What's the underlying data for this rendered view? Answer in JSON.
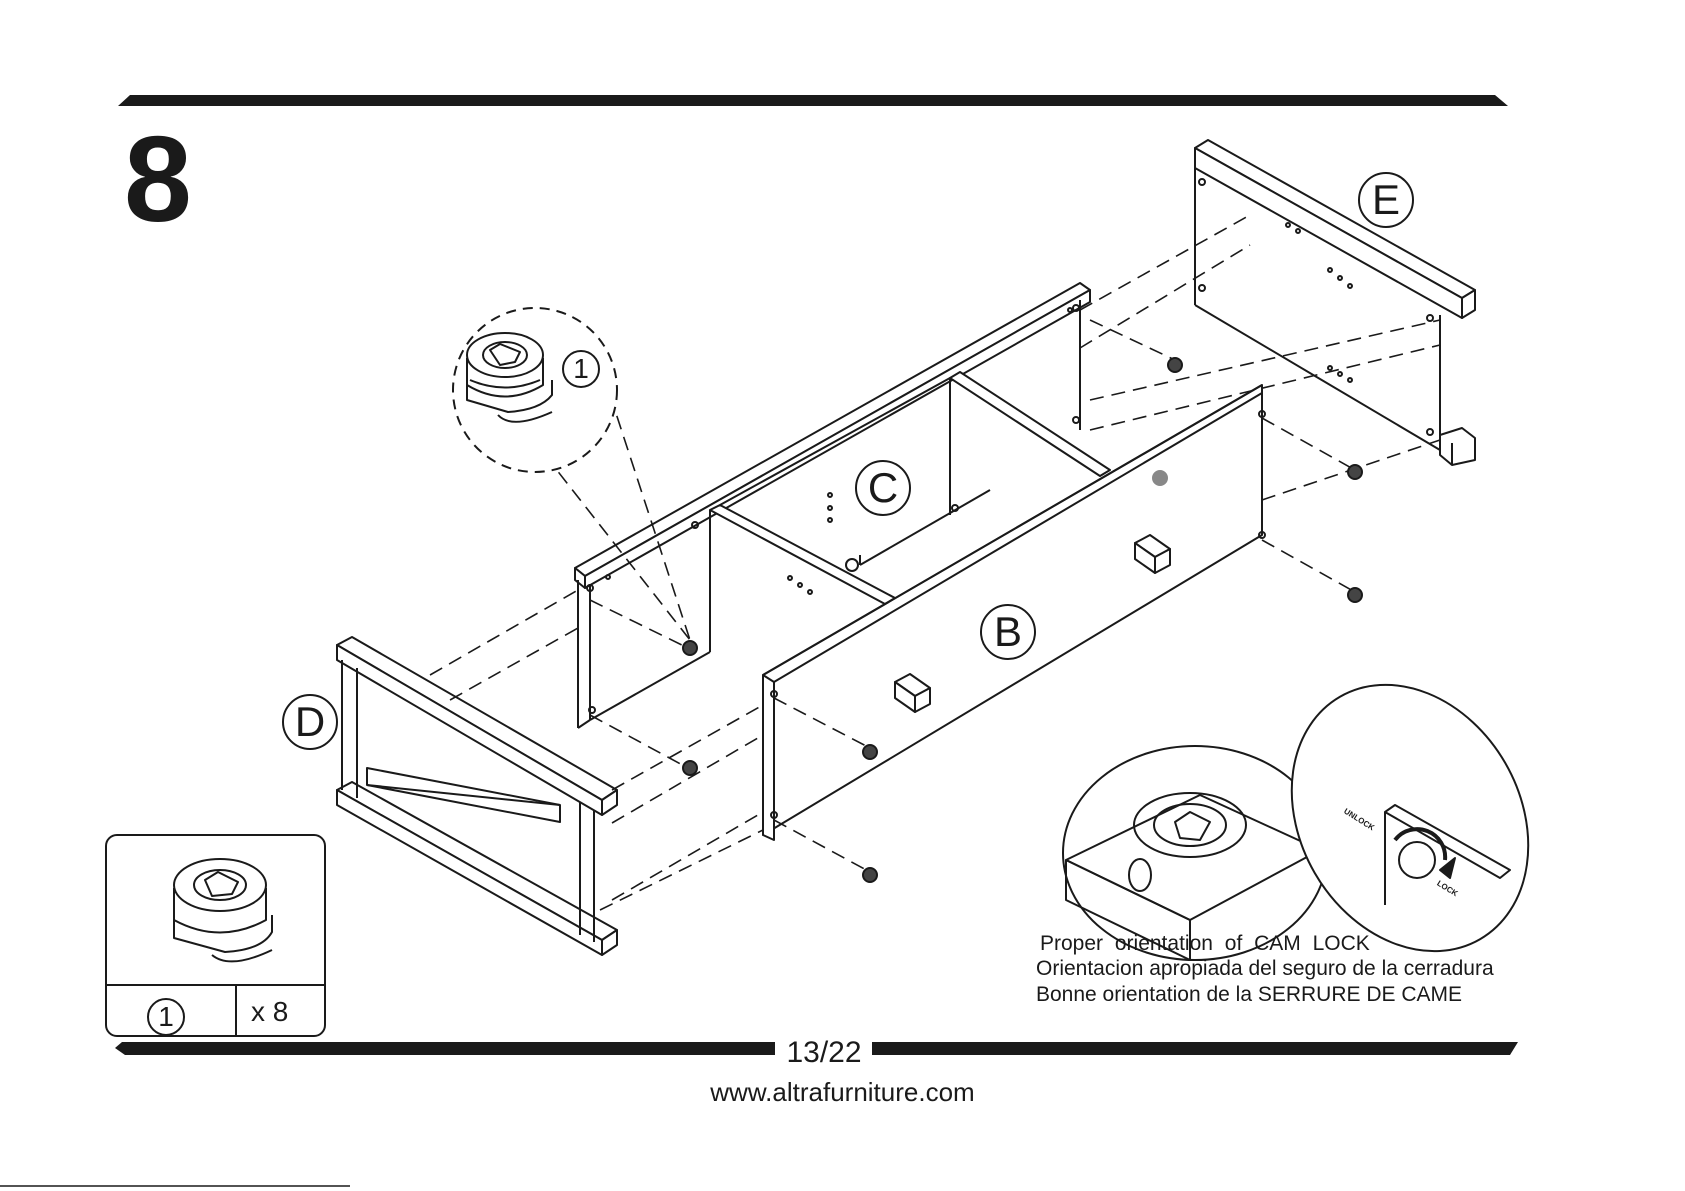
{
  "step": {
    "number": "8"
  },
  "parts": {
    "labels": {
      "b": "B",
      "c": "C",
      "d": "D",
      "e": "E"
    },
    "callout_id": "1"
  },
  "hardware": {
    "id": "1",
    "quantity": "x 8"
  },
  "cam_lock": {
    "unlock_label": "UNLOCK",
    "lock_label": "LOCK",
    "caption_en": "Proper orientation of CAM LOCK",
    "caption_es": "Orientacion apropiada del seguro de la cerradura",
    "caption_fr": "Bonne orientation de la SERRURE DE CAME"
  },
  "footer": {
    "page": "13/22",
    "website": "www.altrafurniture.com"
  },
  "colors": {
    "ink": "#1a1a1a",
    "background": "#ffffff",
    "part_shade": "#888888"
  }
}
